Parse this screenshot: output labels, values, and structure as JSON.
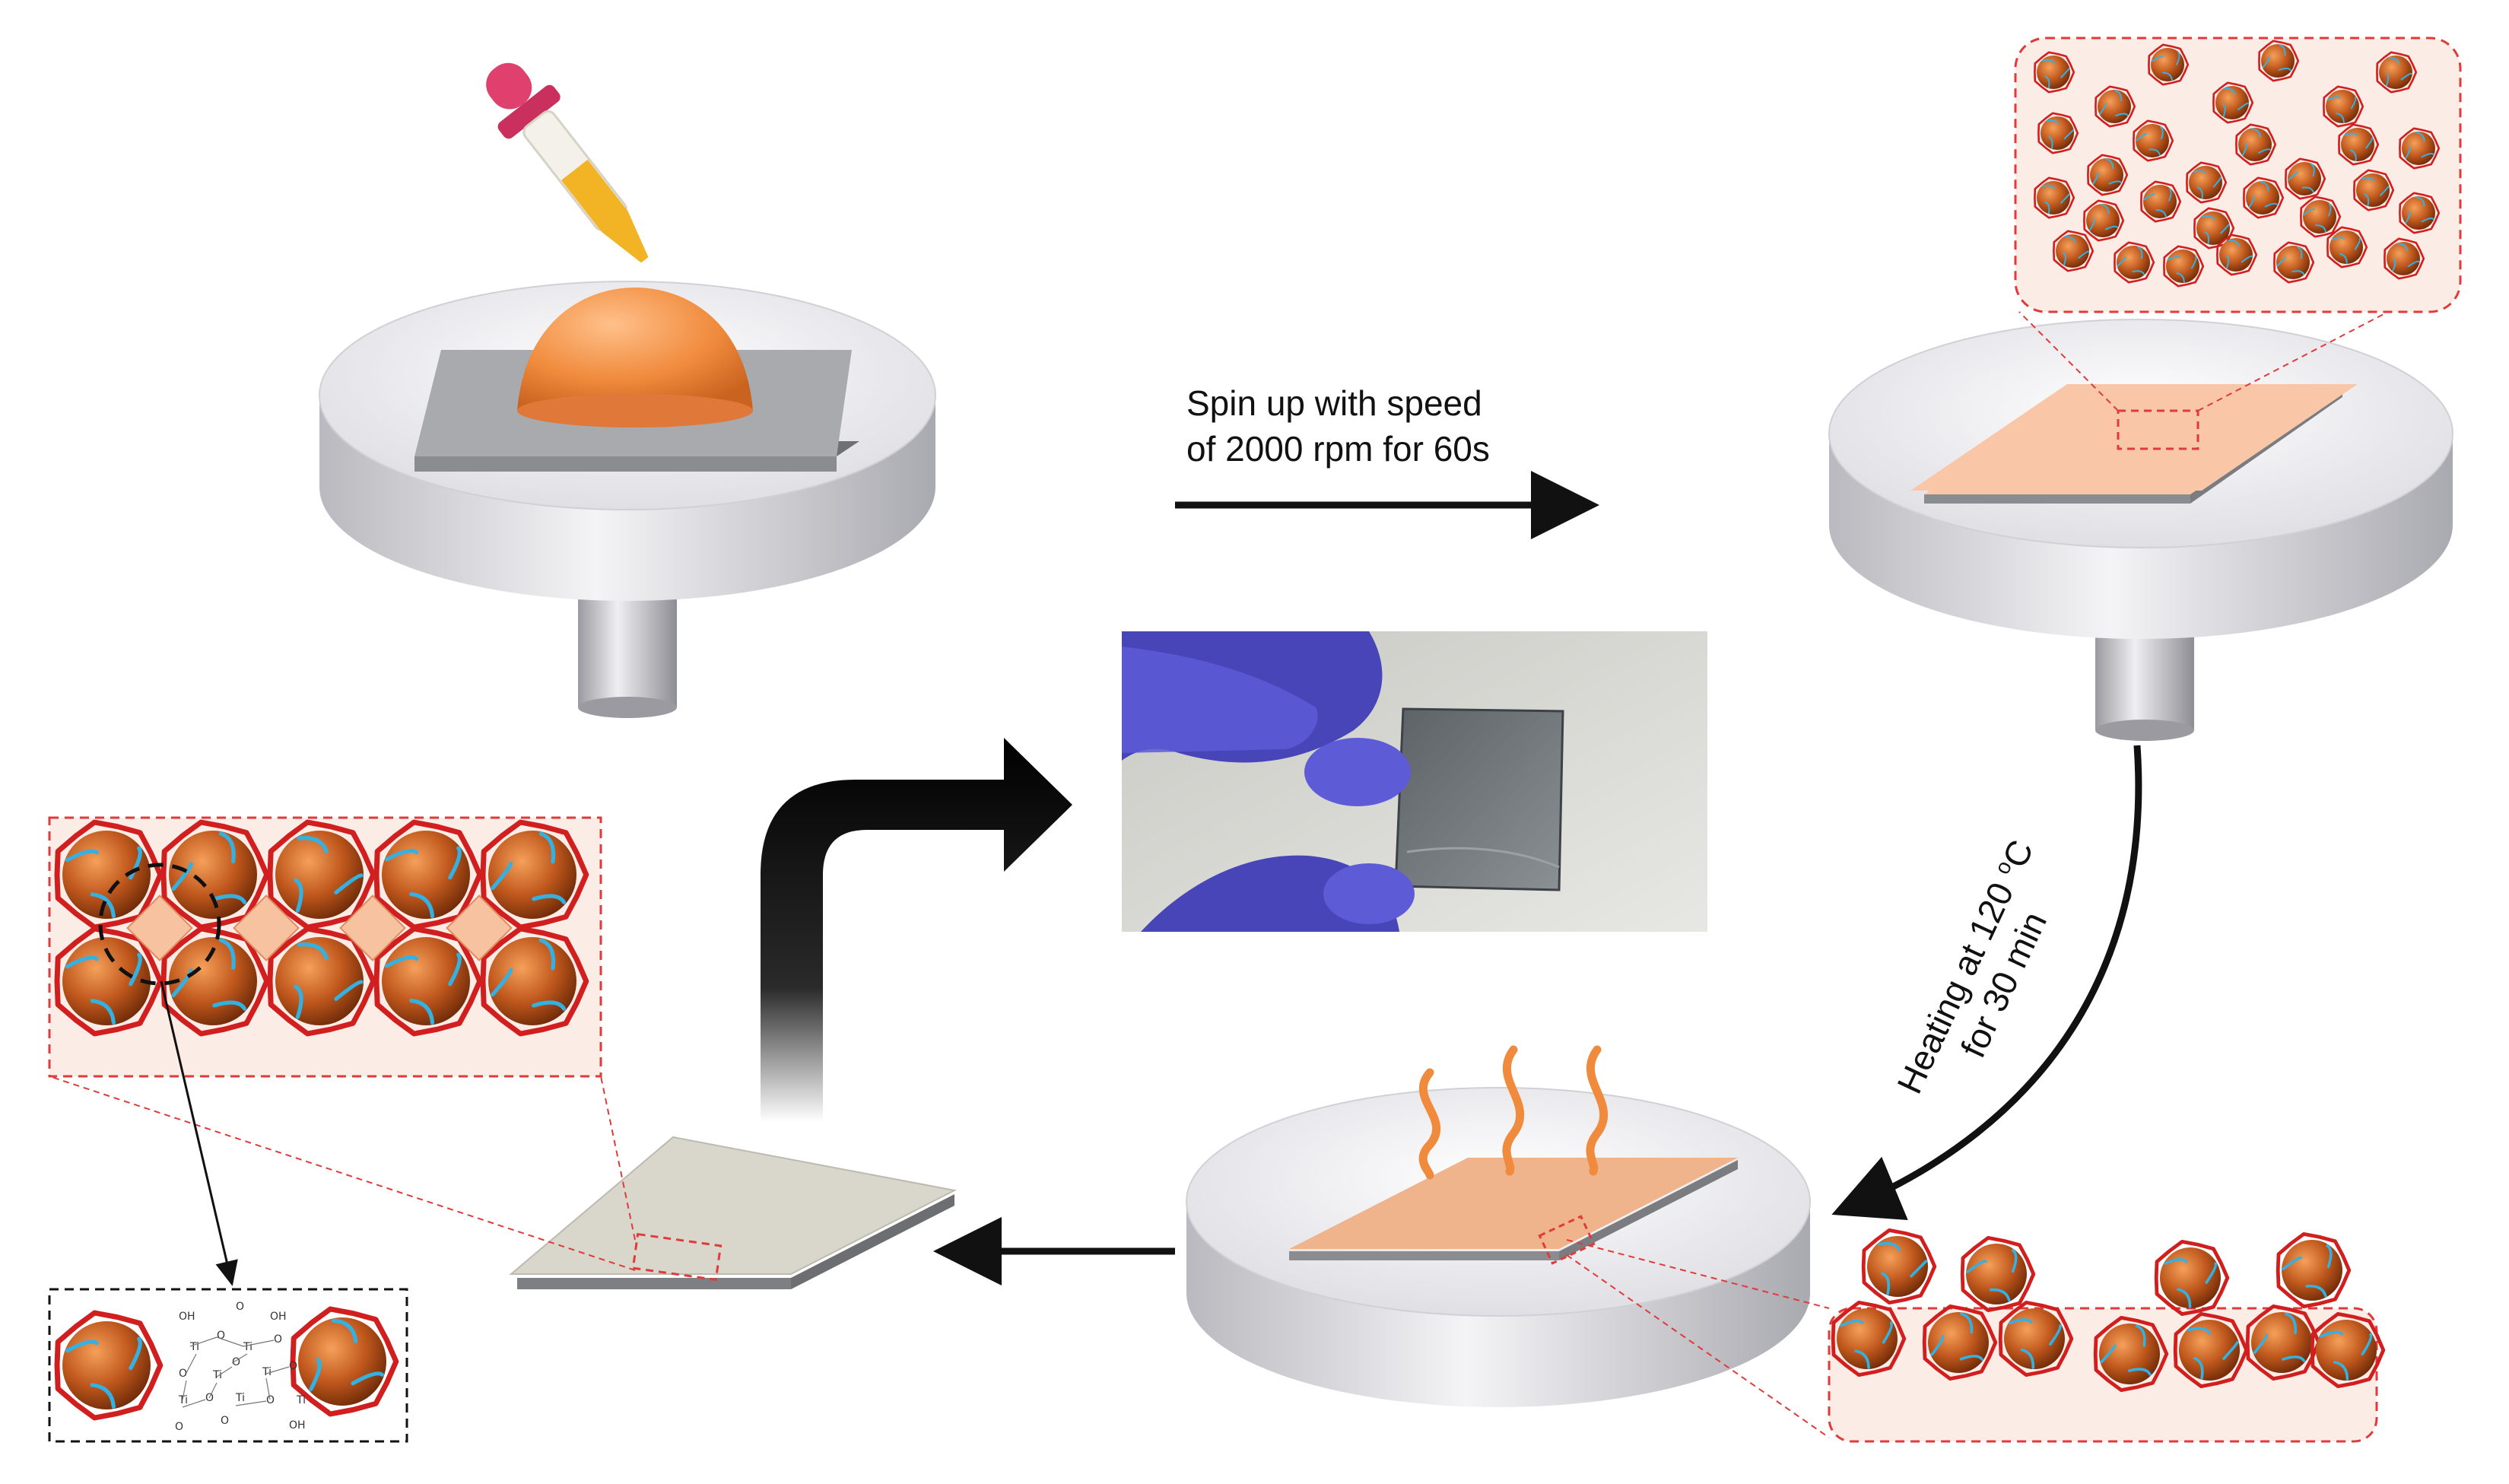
{
  "diagram": {
    "steps": {
      "spin": {
        "line1": "Spin up with speed",
        "line2": "of 2000 rpm for 60s"
      },
      "heat": {
        "line1_prefix": "Heating at 120 ",
        "line1_sup": "o",
        "line1_suffix": "C",
        "line2": "for 30 min"
      }
    },
    "chemistry": {
      "oh": "OH",
      "o": "O",
      "ti": "Ti"
    },
    "colors": {
      "droplet": "#f08a3c",
      "film_wet": "#f9c7a8",
      "film_heated": "#f0b48c",
      "film_final": "#d9d6cc",
      "substrate": "#a9aaad",
      "nanoparticle_core": "#c0581d",
      "ligand_shell": "#d11f1f",
      "ligand_chain": "#34b1e0",
      "inset_border": "#e03a3a",
      "arrow": "#111111",
      "glove": "#5d5bd6"
    }
  }
}
